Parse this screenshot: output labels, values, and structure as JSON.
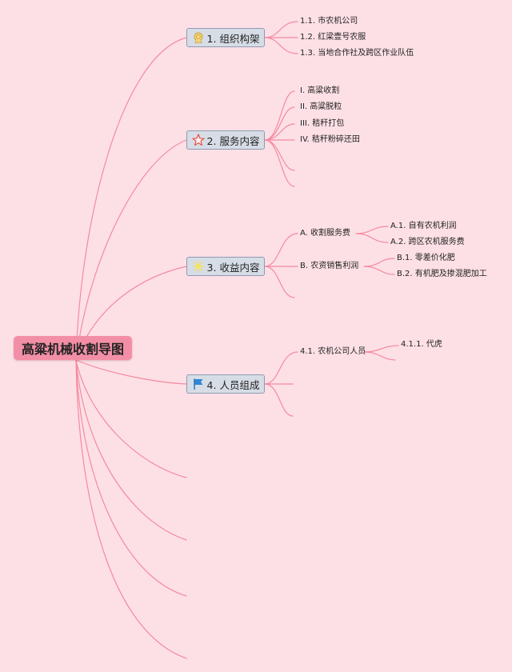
{
  "root": {
    "title": "高粱机械收割导图"
  },
  "branches": [
    {
      "label": "1. 组织构架",
      "icon": "ribbon-medal-icon",
      "children": [
        {
          "label": "1.1. 市农机公司"
        },
        {
          "label": "1.2. 红梁壹号农服"
        },
        {
          "label": "1.3. 当地合作社及跨区作业队伍"
        }
      ]
    },
    {
      "label": "2. 服务内容",
      "icon": "star-outline-icon",
      "children": [
        {
          "label": "I. 高粱收割"
        },
        {
          "label": "II. 高粱脱粒"
        },
        {
          "label": "III. 秸秆打包"
        },
        {
          "label": "IV. 秸秆粉碎还田"
        }
      ]
    },
    {
      "label": "3. 收益内容",
      "icon": "sun-icon",
      "children": [
        {
          "label": "A. 收割服务费",
          "children": [
            {
              "label": "A.1. 自有农机利润"
            },
            {
              "label": "A.2. 跨区农机服务费"
            }
          ]
        },
        {
          "label": "B. 农资销售利润",
          "children": [
            {
              "label": "B.1. 零差价化肥"
            },
            {
              "label": "B.2. 有机肥及掺混肥加工"
            }
          ]
        }
      ]
    },
    {
      "label": "4. 人员组成",
      "icon": "blue-flag-icon",
      "children": [
        {
          "label": "4.1. 农机公司人员",
          "children": [
            {
              "label": "4.1.1. 代虎"
            }
          ]
        }
      ]
    }
  ],
  "colors": {
    "background": "#fde0e6",
    "line": "#f48aa0",
    "root": "#f28fa6",
    "branch_fill": "#d7dde6",
    "branch_border": "#8e9bb0"
  }
}
